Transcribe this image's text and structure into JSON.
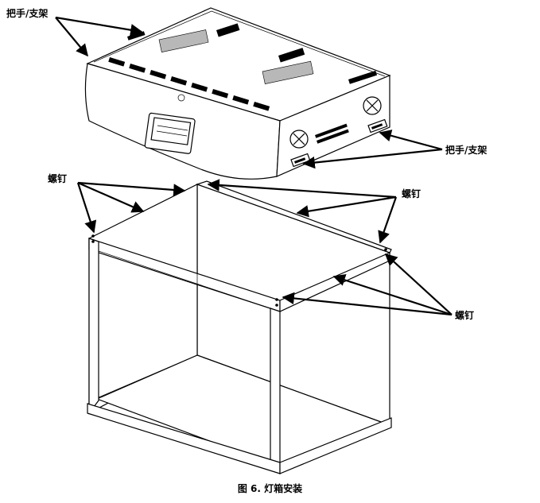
{
  "labels": {
    "handle_top": "把手/支架",
    "handle_right": "把手/支架",
    "screw_left": "螺钉",
    "screw_top_right": "螺钉",
    "screw_bottom_right": "螺钉"
  },
  "caption": "图 6. 灯箱安装",
  "colors": {
    "line": "#000000",
    "background": "#ffffff",
    "shade": "#b8b8b8"
  }
}
